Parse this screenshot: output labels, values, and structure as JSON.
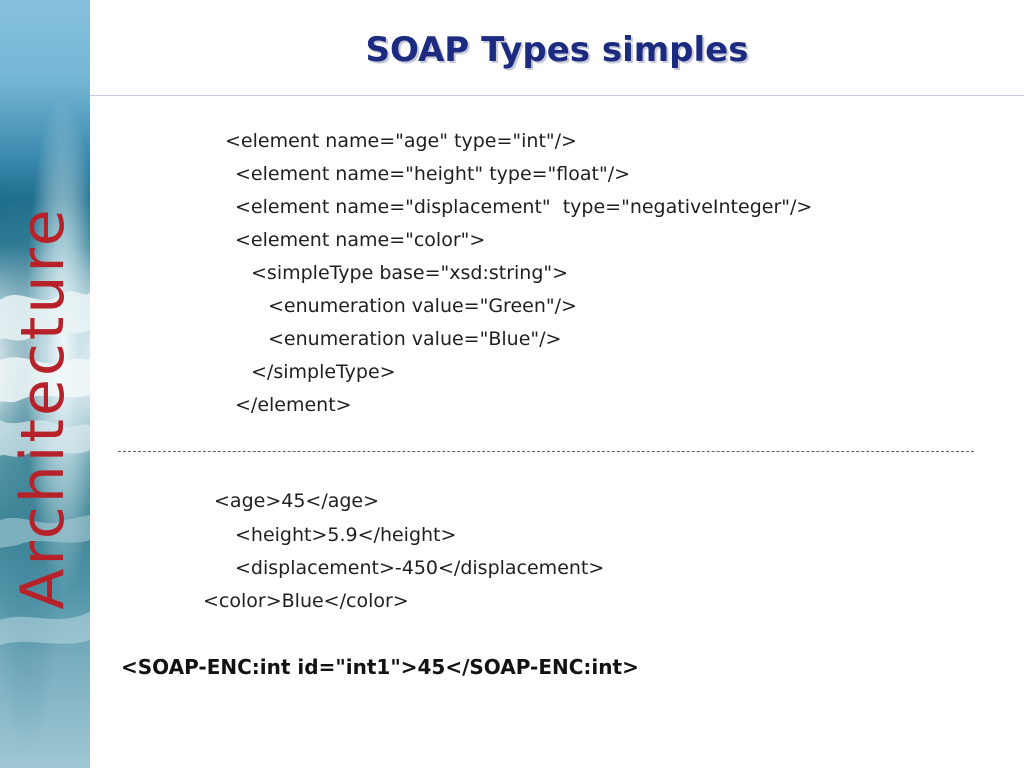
{
  "slide": {
    "title": "SOAP Types simples",
    "side_label": "Architecture"
  },
  "schema_lines": [
    "<element name=\"age\" type=\"int\"/>",
    "<element name=\"height\" type=\"float\"/>",
    "<element name=\"displacement\"  type=\"negativeInteger\"/>",
    "<element name=\"color\">",
    "<simpleType base=\"xsd:string\">",
    "<enumeration value=\"Green\"/>",
    "<enumeration value=\"Blue\"/>",
    "</simpleType>",
    "</element>"
  ],
  "instance_lines": [
    "<age>45</age>",
    "<height>5.9</height>",
    "<displacement>-450</displacement>",
    "<color>Blue</color>"
  ],
  "encoding_line": "<SOAP-ENC:int id=\"int1\">45</SOAP-ENC:int>"
}
